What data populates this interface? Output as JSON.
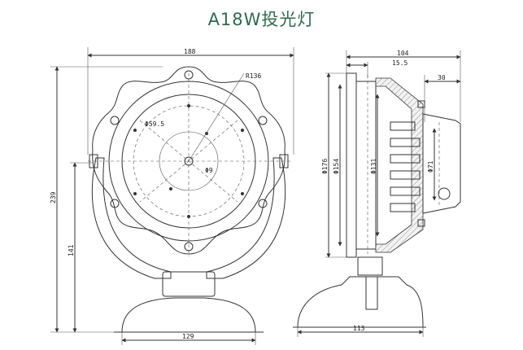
{
  "title": "A18W投光灯",
  "front_view": {
    "dims": {
      "width_top": "188",
      "radius": "R136",
      "bolt_circle": "Φ59.5",
      "center_hole": "Φ9",
      "total_height": "239",
      "base_height": "141",
      "base_width": "129"
    }
  },
  "side_view": {
    "dims": {
      "depth_top": "104",
      "offset_a": "15.5",
      "offset_b": "30",
      "d1": "Φ176",
      "d2": "Φ154",
      "d3": "Φ131",
      "d4": "Φ71",
      "base_width": "113"
    }
  }
}
